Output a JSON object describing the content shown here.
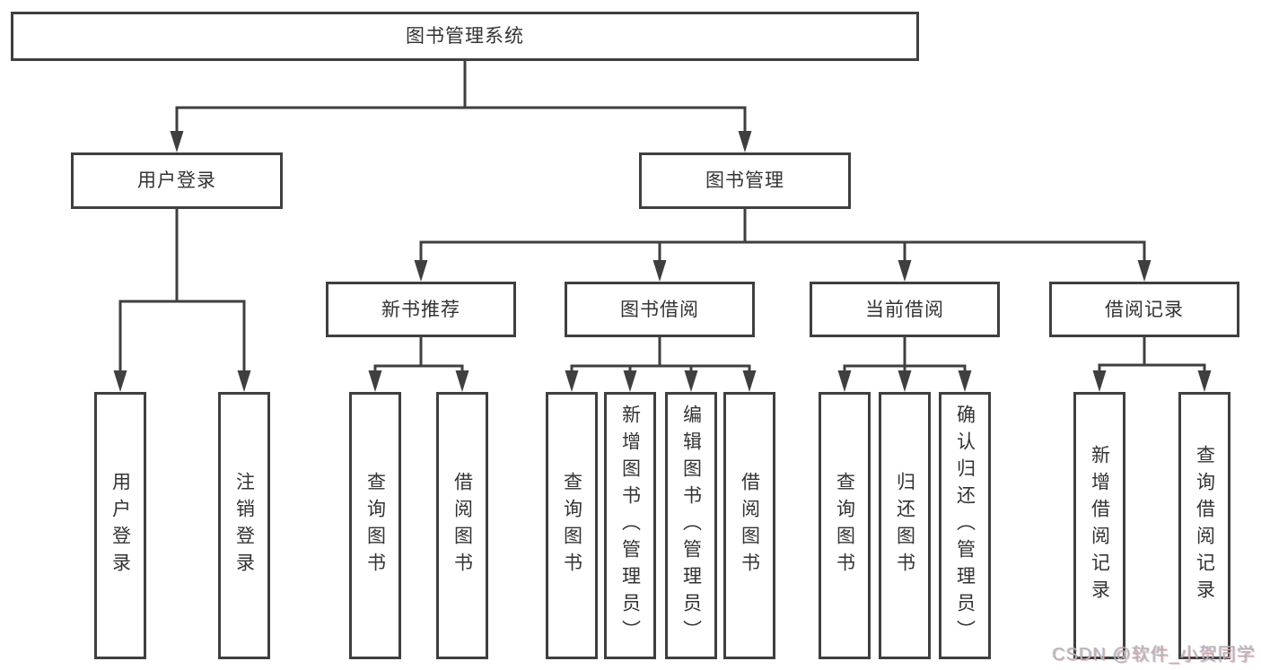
{
  "diagram": {
    "type": "hierarchy-tree",
    "root": {
      "label": "图书管理系统",
      "children": [
        {
          "label": "用户登录",
          "children": [
            {
              "label": "用户登录"
            },
            {
              "label": "注销登录"
            }
          ]
        },
        {
          "label": "图书管理",
          "children": [
            {
              "label": "新书推荐",
              "children": [
                {
                  "label": "查询图书"
                },
                {
                  "label": "借阅图书"
                }
              ]
            },
            {
              "label": "图书借阅",
              "children": [
                {
                  "label": "查询图书"
                },
                {
                  "label": "新增图书（管理员）"
                },
                {
                  "label": "编辑图书（管理员）"
                },
                {
                  "label": "借阅图书"
                }
              ]
            },
            {
              "label": "当前借阅",
              "children": [
                {
                  "label": "查询图书"
                },
                {
                  "label": "归还图书"
                },
                {
                  "label": "确认归还（管理员）"
                }
              ]
            },
            {
              "label": "借阅记录",
              "children": [
                {
                  "label": "新增借阅记录"
                },
                {
                  "label": "查询借阅记录"
                }
              ]
            }
          ]
        }
      ]
    }
  },
  "watermark": {
    "text": "CSDN @软件_小贺同学"
  },
  "colors": {
    "line": "#3f3f3f",
    "box_border": "#3f3f3f",
    "text": "#333333",
    "watermark": "#b5b5b5",
    "background": "#ffffff"
  }
}
